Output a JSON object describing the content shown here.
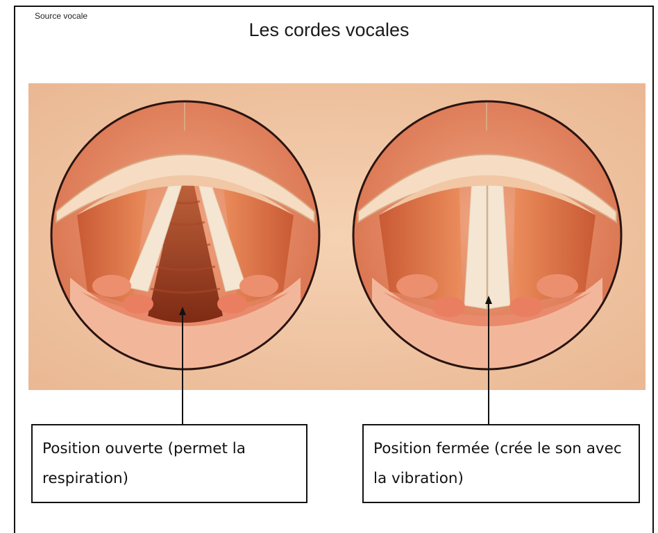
{
  "source": "Source vocale",
  "title": "Les cordes vocales",
  "captions": {
    "open": "Position ouverte (permet la respiration)",
    "closed": "Position fermée (crée le son avec la vibration)"
  },
  "colors": {
    "background_skin": "#f2c9a6",
    "circle_border": "#2a1410",
    "muscle": "#e07a4a",
    "cartilage": "#f6dcc2",
    "vocal_cord": "#f4e6d2",
    "airway": "#9a3a1c",
    "tissue": "#e8866a"
  }
}
